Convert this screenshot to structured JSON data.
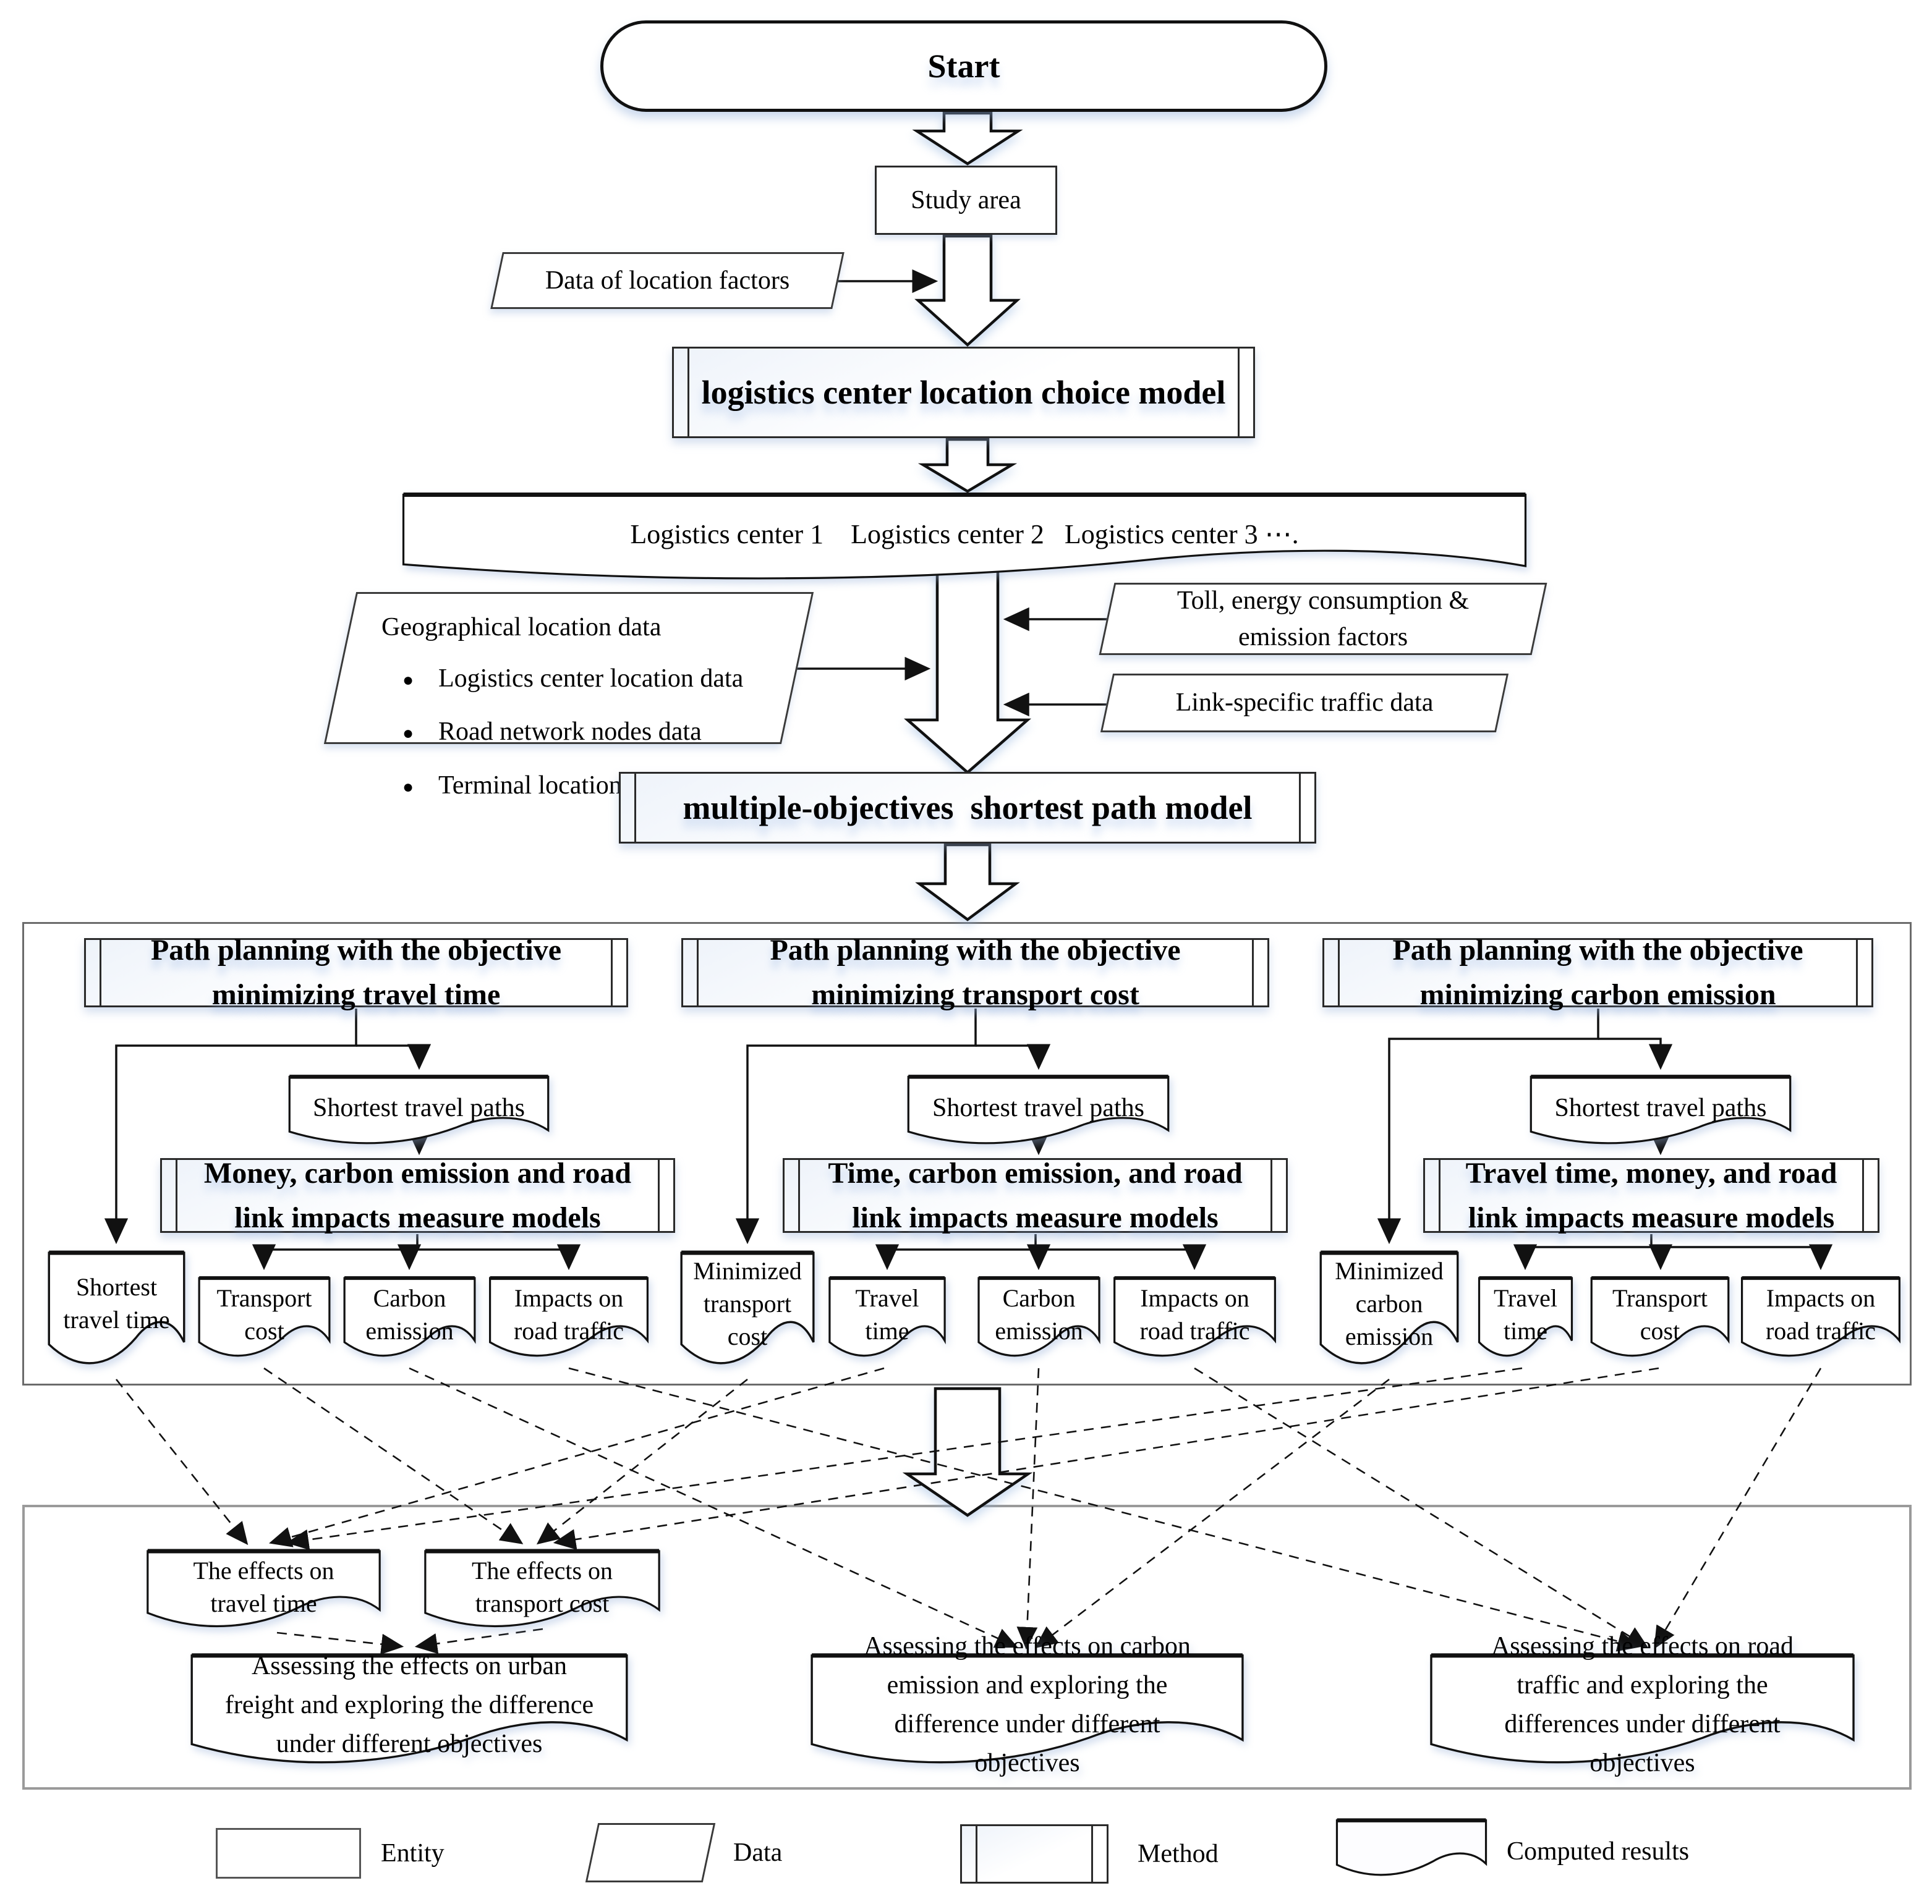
{
  "diagram": {
    "start": "Start",
    "study_area": "Study area",
    "data_location_factors": "Data of location factors",
    "location_model": "logistics center location choice model",
    "logistics_centers": "Logistics center 1    Logistics center 2   Logistics center 3 ⋯.",
    "geo_data": {
      "title": "Geographical location data",
      "items": [
        "Logistics center location data",
        "Road network nodes data",
        "Terminal locations data"
      ]
    },
    "toll_factors": "Toll, energy consumption & emission factors",
    "link_traffic": "Link-specific traffic data",
    "msp_model": "multiple-objectives  shortest path model",
    "branches": [
      {
        "header": "Path planning with the objective minimizing travel time",
        "paths": "Shortest travel paths",
        "model": "Money, carbon emission and road link impacts measure models",
        "primary": "Shortest travel time",
        "outputs": [
          "Transport cost",
          "Carbon emission",
          "Impacts on road traffic"
        ]
      },
      {
        "header": "Path planning with the objective minimizing transport cost",
        "paths": "Shortest travel paths",
        "model": "Time, carbon emission, and road link impacts measure models",
        "primary": "Minimized transport cost",
        "outputs": [
          "Travel time",
          "Carbon emission",
          "Impacts on road traffic"
        ]
      },
      {
        "header": "Path planning with the objective minimizing carbon emission",
        "paths": "Shortest travel paths",
        "model": "Travel time, money, and road link impacts measure models",
        "primary": "Minimized carbon emission",
        "outputs": [
          "Travel time",
          "Transport cost",
          "Impacts on road traffic"
        ]
      }
    ],
    "effects": [
      "The effects on travel time",
      "The effects on transport cost"
    ],
    "assessments": [
      "Assessing the effects on urban freight and exploring the difference under different objectives",
      "Assessing the effects on carbon emission and exploring the difference under different objectives",
      "Assessing the effects on road traffic and exploring the differences under different objectives"
    ]
  },
  "legend": {
    "entity": "Entity",
    "data": "Data",
    "method": "Method",
    "computed": "Computed results"
  },
  "colors": {
    "line": "#1a1a1a",
    "container_border": "#6b6b6b",
    "bottom_container_border": "#9a9a9a"
  }
}
